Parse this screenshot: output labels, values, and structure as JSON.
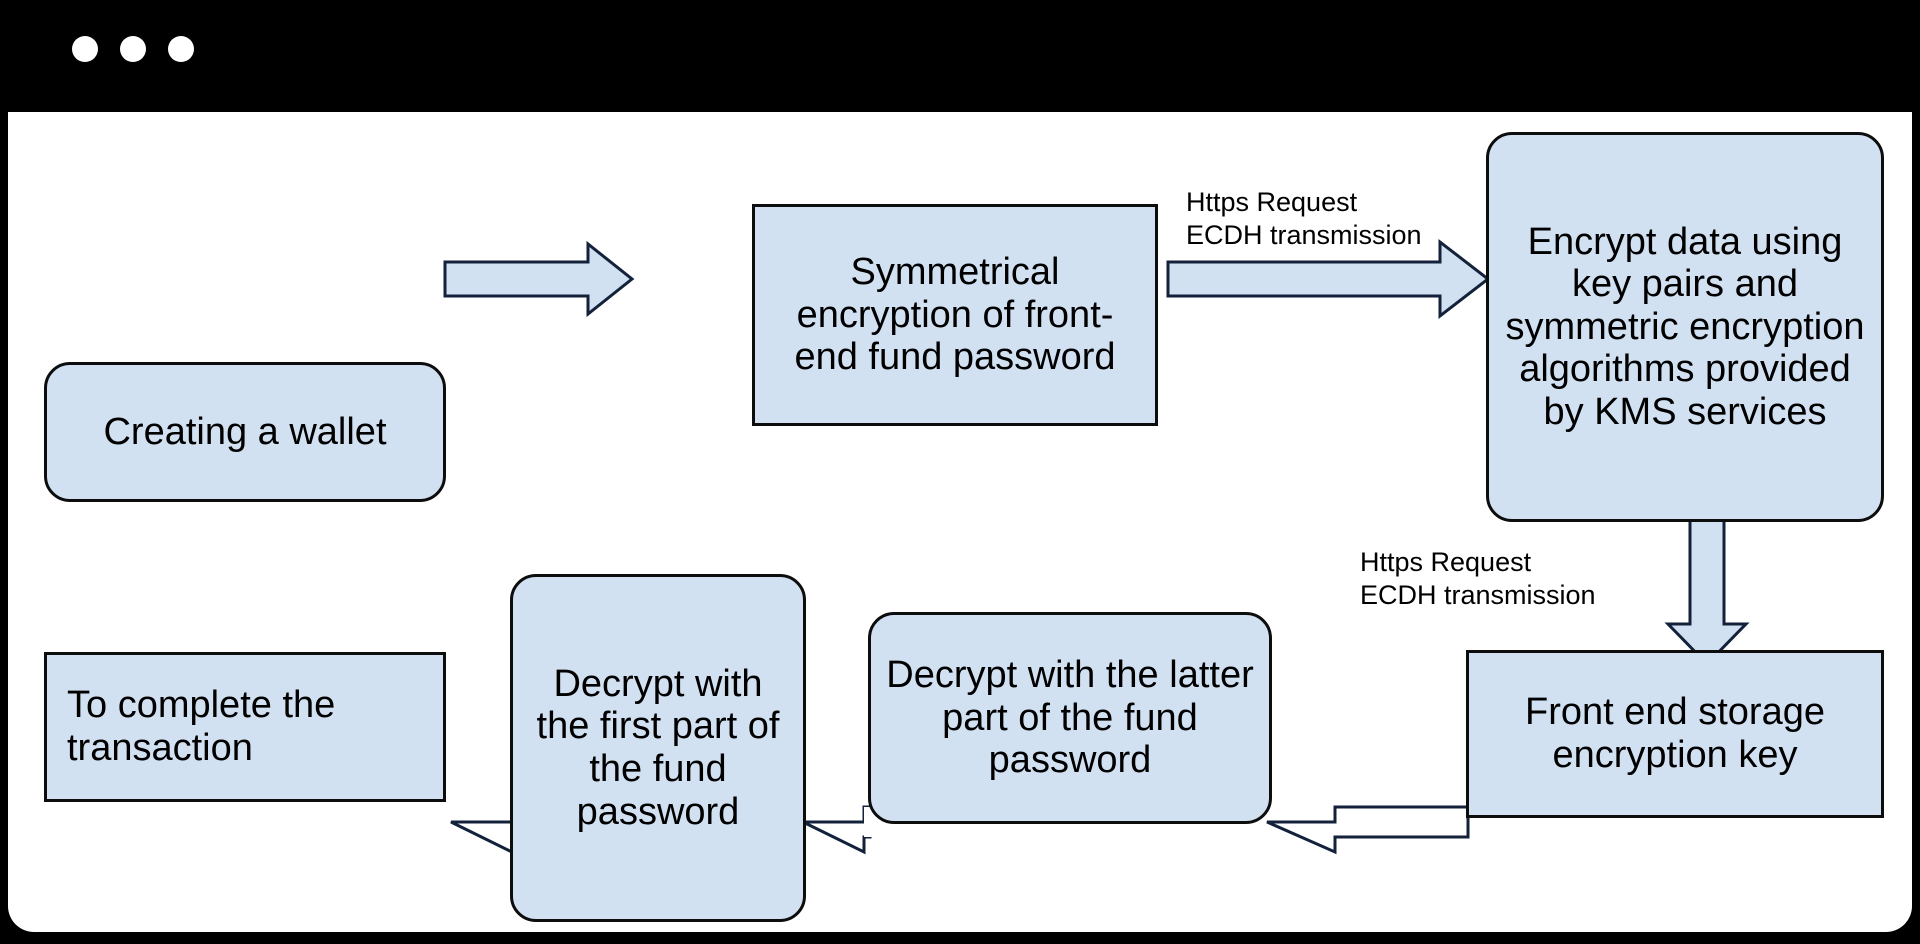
{
  "window": {
    "chrome": {
      "style": "macos-dark-titlebar",
      "traffic_lights": [
        "dot-1",
        "dot-2",
        "dot-3"
      ],
      "background_color": "#000000"
    },
    "canvas_background": "#ffffff"
  },
  "theme": {
    "node_fill": "#d2e1f2",
    "node_stroke": "#0d0d0d",
    "arrow_fill": "#d2e1f2",
    "arrow_stroke": "#13213a",
    "text_color": "#000000"
  },
  "chart_data": {
    "type": "diagram",
    "subtype": "flowchart",
    "title": "Wallet fund password encryption and decryption flow",
    "nodes": [
      {
        "id": "n1",
        "label": "Creating a wallet",
        "shape": "rounded-rect",
        "row": "top",
        "order": 1
      },
      {
        "id": "n2",
        "label": "Symmetrical encryption of front-end fund password",
        "shape": "rect",
        "row": "top",
        "order": 2
      },
      {
        "id": "n3",
        "label": "Encrypt data using key pairs and symmetric encryption algorithms provided by KMS services",
        "shape": "rounded-rect",
        "row": "top",
        "order": 3
      },
      {
        "id": "n4",
        "label": "Front end storage encryption key",
        "shape": "rect",
        "row": "bottom",
        "order": 4
      },
      {
        "id": "n5",
        "label": "Decrypt with the latter part of the fund password",
        "shape": "rounded-rect",
        "row": "bottom",
        "order": 5
      },
      {
        "id": "n6",
        "label": "Decrypt with the first part of the fund password",
        "shape": "rounded-rect",
        "row": "bottom",
        "order": 6
      },
      {
        "id": "n7",
        "label": "To complete the transaction",
        "shape": "rect",
        "row": "bottom",
        "order": 7
      }
    ],
    "edges": [
      {
        "from": "n1",
        "to": "n2",
        "direction": "right",
        "style": "block-arrow",
        "label": ""
      },
      {
        "from": "n2",
        "to": "n3",
        "direction": "right",
        "style": "block-arrow",
        "label": "Https Request\nECDH transmission"
      },
      {
        "from": "n3",
        "to": "n4",
        "direction": "down",
        "style": "block-arrow",
        "label": "Https Request\nECDH transmission"
      },
      {
        "from": "n4",
        "to": "n5",
        "direction": "left",
        "style": "line-arrow",
        "label": ""
      },
      {
        "from": "n5",
        "to": "n6",
        "direction": "left",
        "style": "line-arrow",
        "label": ""
      },
      {
        "from": "n6",
        "to": "n7",
        "direction": "left",
        "style": "line-arrow",
        "label": ""
      }
    ],
    "labels": [
      {
        "id": "l1",
        "text": "Https Request\nECDH transmission"
      },
      {
        "id": "l2",
        "text": "Https Request\nECDH transmission"
      }
    ]
  },
  "nodes": {
    "n1": {
      "label": "Creating a wallet"
    },
    "n2": {
      "label": "Symmetrical encryption of front-end fund password"
    },
    "n3": {
      "label": "Encrypt data using key pairs and symmetric encryption algorithms provided by KMS services"
    },
    "n4": {
      "label": "Front end storage encryption key"
    },
    "n5": {
      "label": "Decrypt with the latter part of the fund password"
    },
    "n6": {
      "label": "Decrypt with the first part of the fund password"
    },
    "n7": {
      "label": "To complete the transaction"
    }
  },
  "edge_labels": {
    "top_right": "Https Request\nECDH transmission",
    "right_down": "Https Request\nECDH transmission"
  }
}
